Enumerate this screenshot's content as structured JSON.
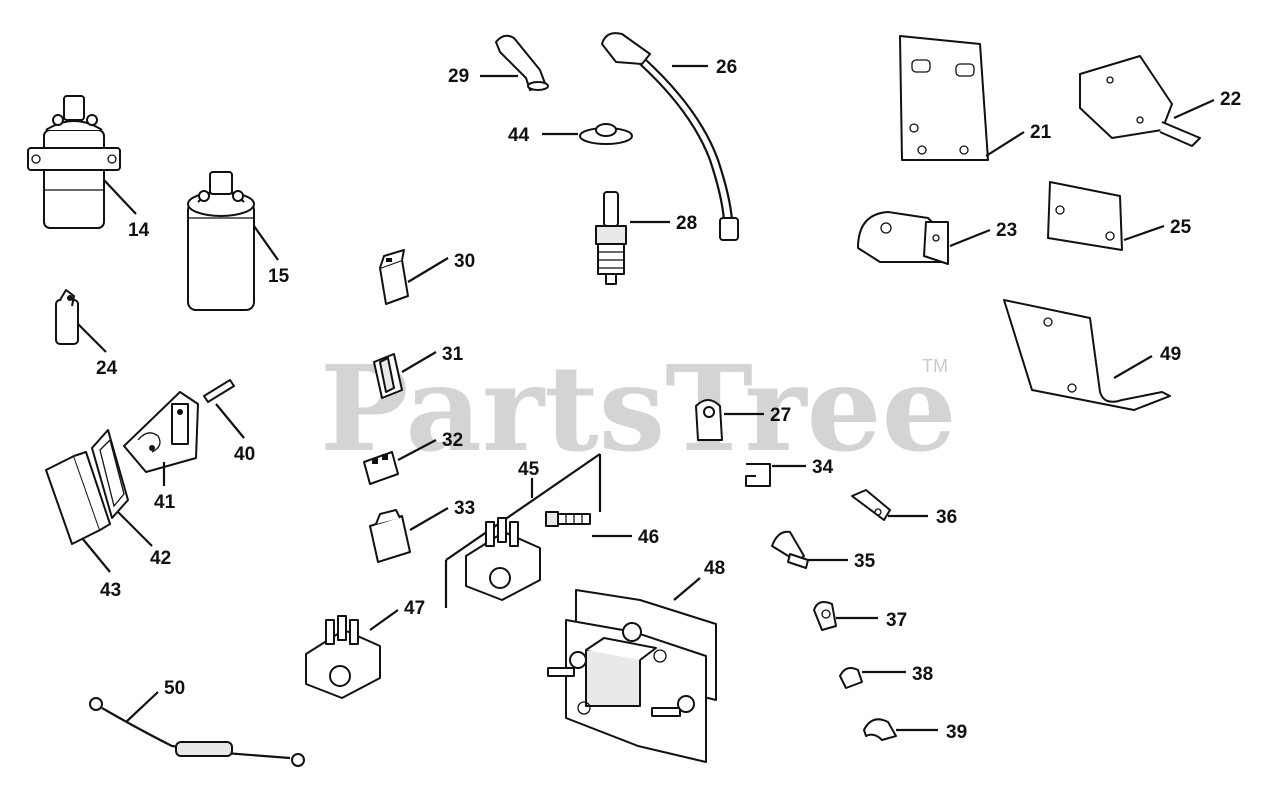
{
  "watermark": {
    "text": "PartsTree",
    "tm": "TM"
  },
  "labels": {
    "l14": "14",
    "l15": "15",
    "l21": "21",
    "l22": "22",
    "l23": "23",
    "l24": "24",
    "l25": "25",
    "l26": "26",
    "l27": "27",
    "l28": "28",
    "l29": "29",
    "l30": "30",
    "l31": "31",
    "l32": "32",
    "l33": "33",
    "l34": "34",
    "l35": "35",
    "l36": "36",
    "l37": "37",
    "l38": "38",
    "l39": "39",
    "l40": "40",
    "l41": "41",
    "l42": "42",
    "l43": "43",
    "l44": "44",
    "l45": "45",
    "l46": "46",
    "l47": "47",
    "l48": "48",
    "l49": "49",
    "l50": "50"
  }
}
